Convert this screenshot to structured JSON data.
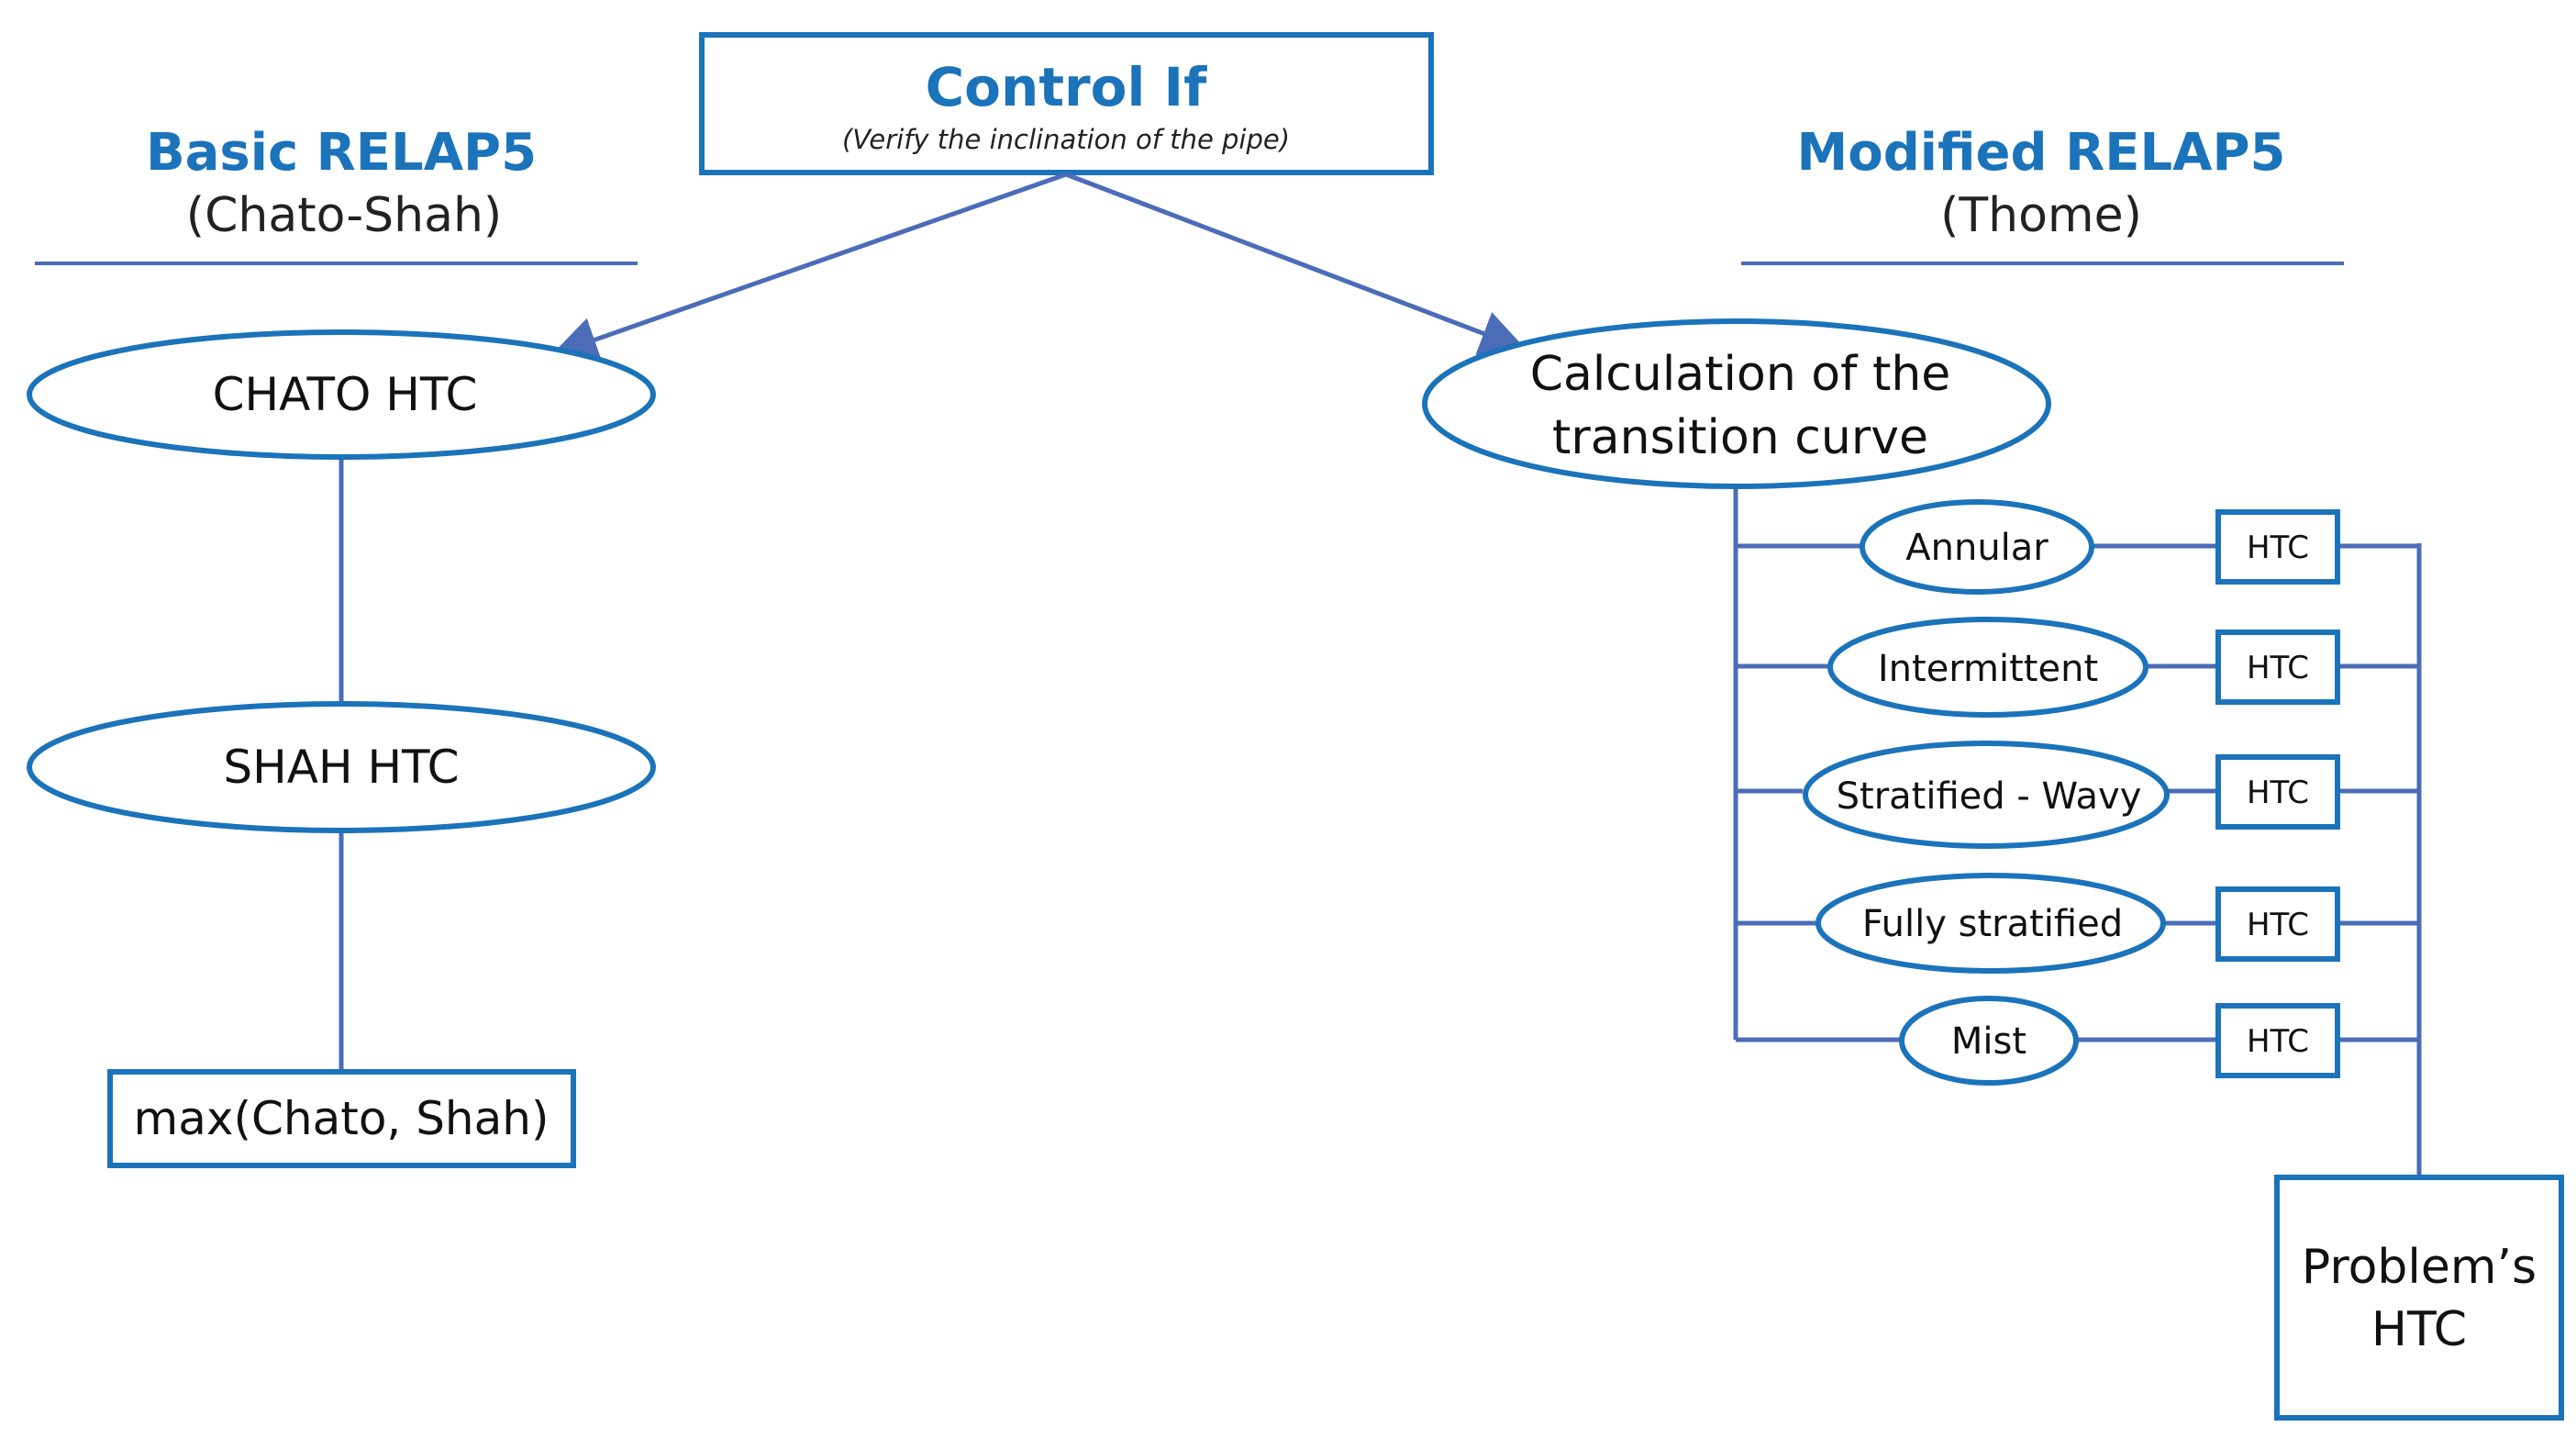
{
  "colors": {
    "accent": "#1b73ba",
    "connector": "#4b6cb7",
    "text": "#111111"
  },
  "control": {
    "title": "Control If",
    "note": "(Verify the inclination of the pipe)"
  },
  "left": {
    "title": "Basic RELAP5",
    "subtitle": "(Chato-Shah)",
    "chato": "CHATO HTC",
    "shah": "SHAH HTC",
    "max": "max(Chato, Shah)"
  },
  "right": {
    "title": "Modified RELAP5",
    "subtitle": "(Thome)",
    "calc_line1": "Calculation of the",
    "calc_line2": "transition curve",
    "regimes": [
      {
        "label": "Annular",
        "htc": "HTC"
      },
      {
        "label": "Intermittent",
        "htc": "HTC"
      },
      {
        "label": "Stratified - Wavy",
        "htc": "HTC"
      },
      {
        "label": "Fully stratified",
        "htc": "HTC"
      },
      {
        "label": "Mist",
        "htc": "HTC"
      }
    ],
    "problem_line1": "Problem’s",
    "problem_line2": "HTC"
  }
}
